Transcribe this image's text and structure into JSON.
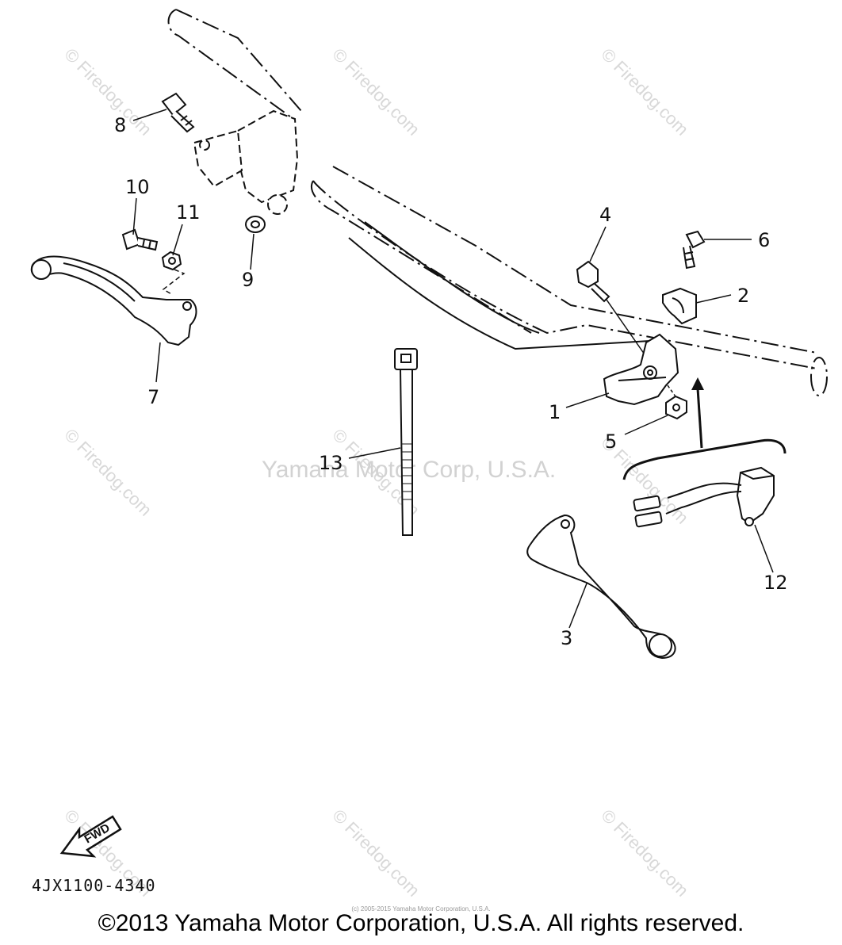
{
  "watermark": {
    "site": "© Firedog.com",
    "center": "Yamaha Motor Corp, U.S.A."
  },
  "parts": [
    {
      "id": "1",
      "name": "part-1-lever-holder"
    },
    {
      "id": "2",
      "name": "part-2-clamp"
    },
    {
      "id": "3",
      "name": "part-3-clutch-lever"
    },
    {
      "id": "4",
      "name": "part-4-bolt"
    },
    {
      "id": "5",
      "name": "part-5-nut"
    },
    {
      "id": "6",
      "name": "part-6-bolt"
    },
    {
      "id": "7",
      "name": "part-7-brake-lever"
    },
    {
      "id": "8",
      "name": "part-8-bolt"
    },
    {
      "id": "9",
      "name": "part-9-nut"
    },
    {
      "id": "10",
      "name": "part-10-bolt"
    },
    {
      "id": "11",
      "name": "part-11-nut"
    },
    {
      "id": "12",
      "name": "part-12-switch"
    },
    {
      "id": "13",
      "name": "part-13-cable-tie"
    }
  ],
  "fwd_label": "FWD",
  "drawing_code": "4JX1100-4340",
  "tiny_note": "(c) 2005-2015 Yamaha Motor Corporation, U.S.A.",
  "footer": "©2013 Yamaha Motor Corporation, U.S.A. All rights reserved."
}
